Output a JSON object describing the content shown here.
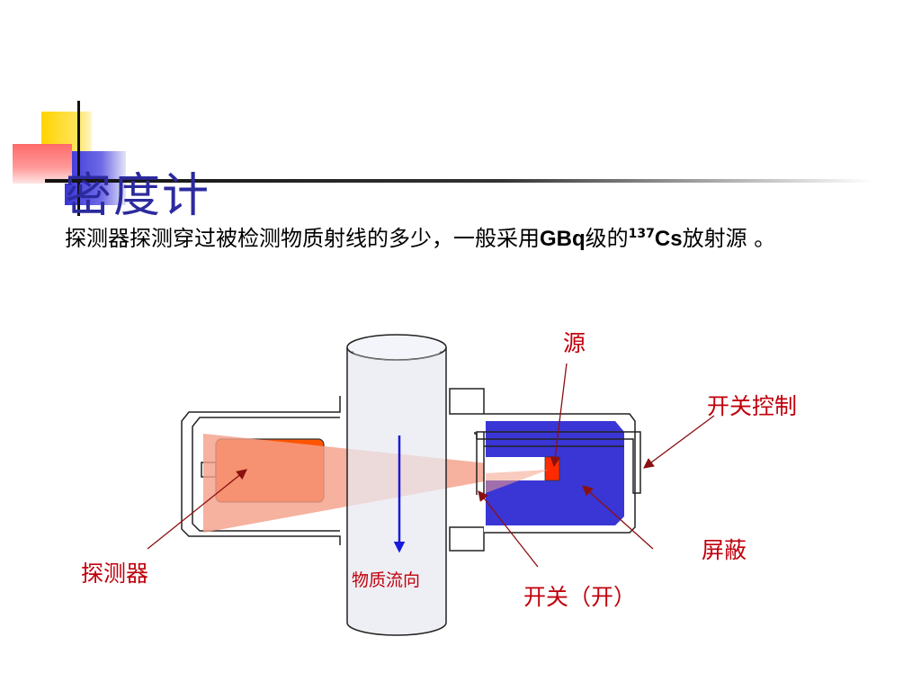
{
  "slide": {
    "title": "密度计",
    "desc": {
      "part1": "探测器探测穿过被检测物质射线的多少，一般采用",
      "gbq": "GBq",
      "part2": "级的",
      "isotope_mass": "137",
      "isotope_symbol": "Cs",
      "part3": "放射源 。"
    }
  },
  "diagram": {
    "labels": {
      "source": "源",
      "switch_control": "开关控制",
      "shield": "屏蔽",
      "detector": "探测器",
      "switch_open": "开关（开）",
      "flow_direction": "物质流向"
    },
    "colors": {
      "label_red": "#c0000c",
      "leader_line": "#8b1010",
      "shield_blue": "#3a36d6",
      "detector_orange": "#ff5500",
      "beam": "#f4a08a",
      "pipe": "#e8e9f0",
      "flow_arrow": "#1a1adc",
      "source_red": "#ff2a00"
    }
  }
}
